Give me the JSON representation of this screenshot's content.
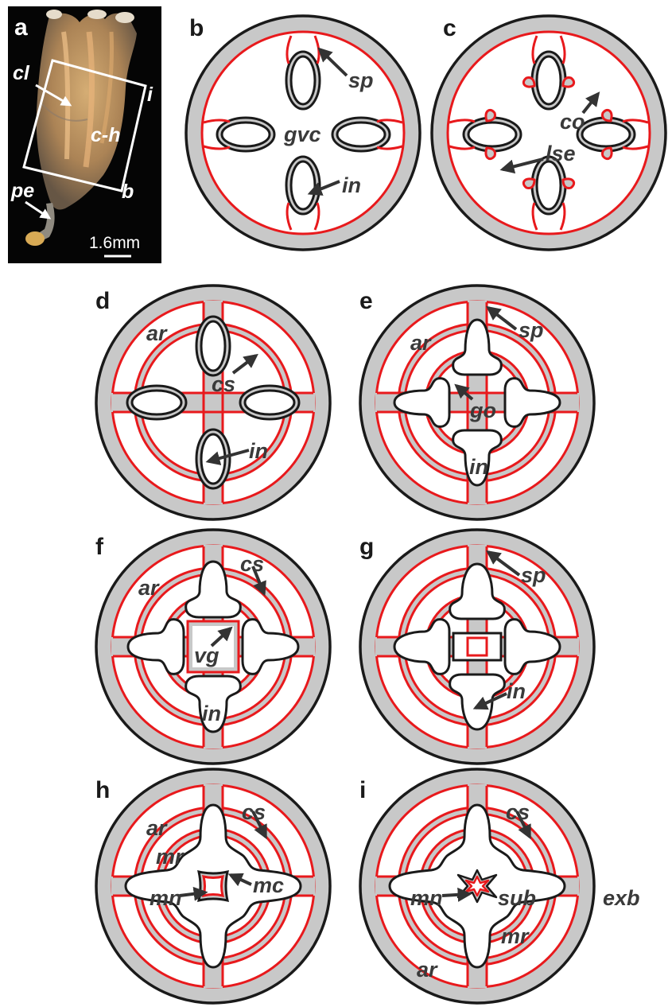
{
  "panels": [
    {
      "label": "b",
      "annotations": [
        "sp",
        "gvc",
        "in"
      ]
    },
    {
      "label": "c",
      "annotations": [
        "co",
        "lse"
      ]
    },
    {
      "label": "d",
      "annotations": [
        "ar",
        "cs",
        "in"
      ]
    },
    {
      "label": "e",
      "annotations": [
        "ar",
        "sp",
        "go",
        "in"
      ]
    },
    {
      "label": "f",
      "annotations": [
        "ar",
        "cs",
        "vg",
        "in"
      ]
    },
    {
      "label": "g",
      "annotations": [
        "sp",
        "in"
      ]
    },
    {
      "label": "h",
      "annotations": [
        "ar",
        "cs",
        "mr",
        "mn",
        "mc"
      ]
    },
    {
      "label": "i",
      "annotations": [
        "cs",
        "mn",
        "sub",
        "exb",
        "mr",
        "ar"
      ]
    }
  ],
  "photo": {
    "label": "a",
    "annotations": [
      "cl",
      "c-h",
      "i",
      "b",
      "pe"
    ],
    "scale_bar": "1.6mm"
  },
  "colors": {
    "outline": "#1a1a1a",
    "wall": "#c8c8c8",
    "red_line": "#e8191c",
    "text": "#3a3a3a",
    "photo_bg": "#050505",
    "tissue": "#c9a77c"
  }
}
